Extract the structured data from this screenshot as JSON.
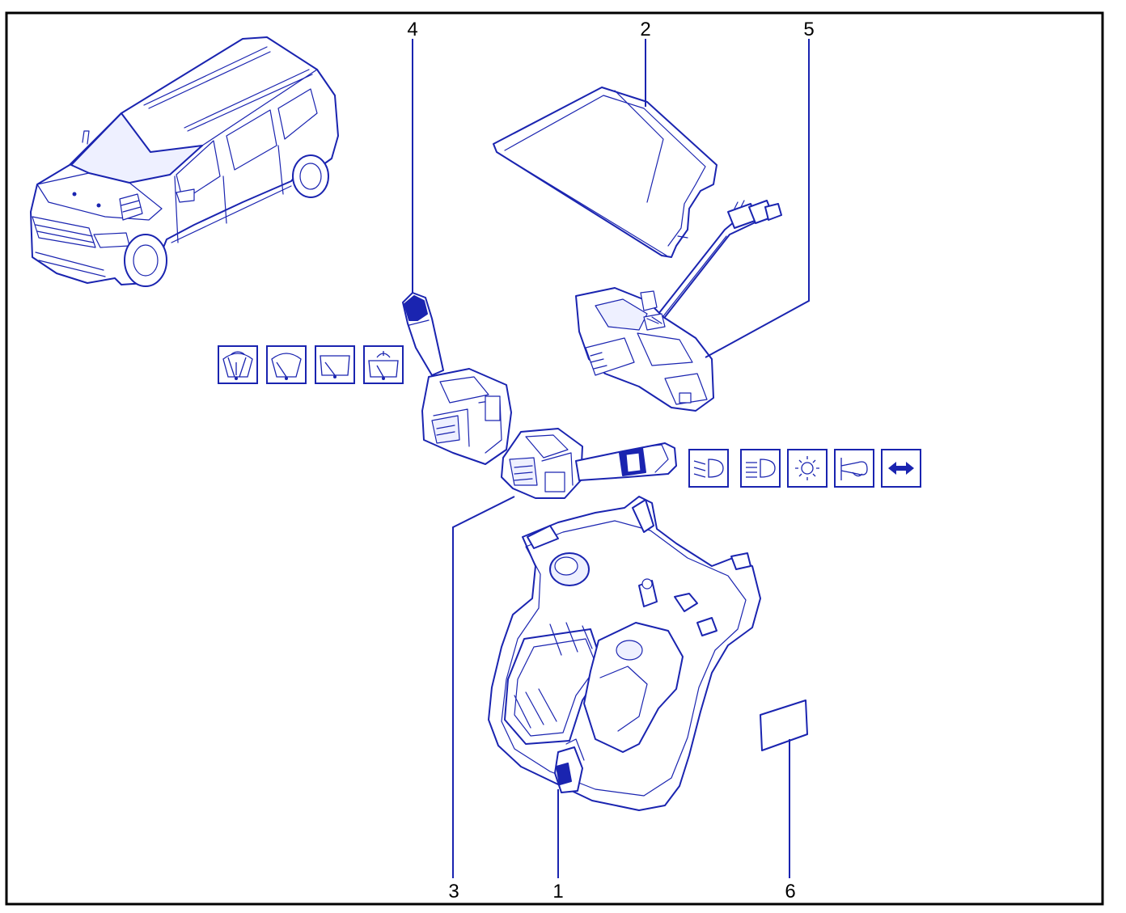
{
  "colors": {
    "line": "#1a24b0",
    "frame": "#000000",
    "background": "#ffffff"
  },
  "callouts": [
    "1",
    "2",
    "3",
    "4",
    "5",
    "6"
  ],
  "wiper_symbols": [
    "wiper-front-icon",
    "wiper-single-icon",
    "wiper-rear-icon",
    "wiper-rear-washer-icon"
  ],
  "light_symbols": [
    "low-beam-icon",
    "high-beam-icon",
    "parking-light-icon",
    "horn-icon",
    "indicator-arrows-icon"
  ]
}
